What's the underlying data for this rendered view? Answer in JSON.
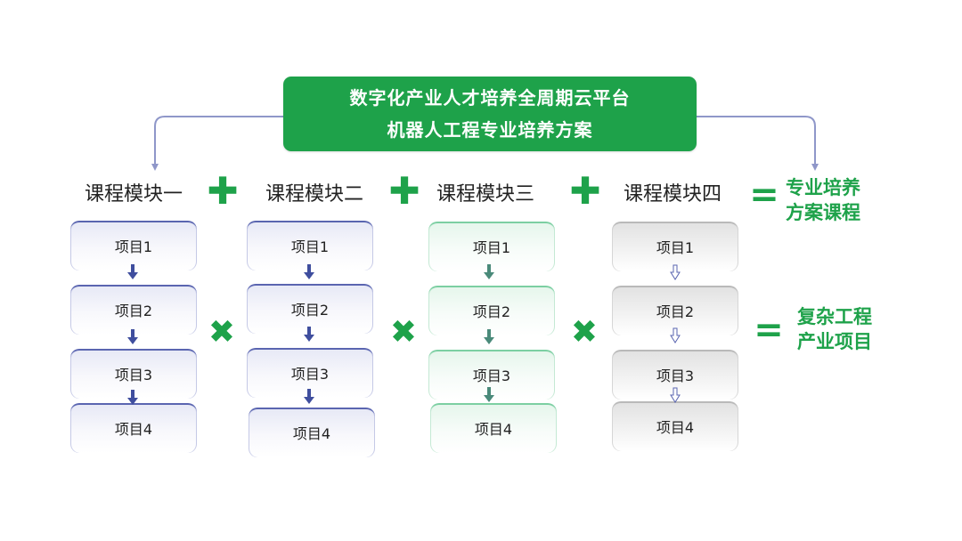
{
  "header": {
    "line1": "数字化产业人才培养全周期云平台",
    "line2": "机器人工程专业培养方案"
  },
  "modules": [
    {
      "title": "课程模块一",
      "items": [
        "项目1",
        "项目2",
        "项目3",
        "项目4"
      ]
    },
    {
      "title": "课程模块二",
      "items": [
        "项目1",
        "项目2",
        "项目3",
        "项目4"
      ]
    },
    {
      "title": "课程模块三",
      "items": [
        "项目1",
        "项目2",
        "项目3",
        "项目4"
      ]
    },
    {
      "title": "课程模块四",
      "items": [
        "项目1",
        "项目2",
        "项目3",
        "项目4"
      ]
    }
  ],
  "operators": {
    "plus": "✚",
    "times": "✖",
    "equals": "="
  },
  "results": {
    "top_line1": "专业培养",
    "top_line2": "方案课程",
    "bottom_line1": "复杂工程",
    "bottom_line2": "产业项目"
  },
  "colors": {
    "accent": "#1ea24a",
    "module_blue": "#5a65b0",
    "module_green": "#7ccfa2",
    "module_gray": "#b9b9b9"
  }
}
